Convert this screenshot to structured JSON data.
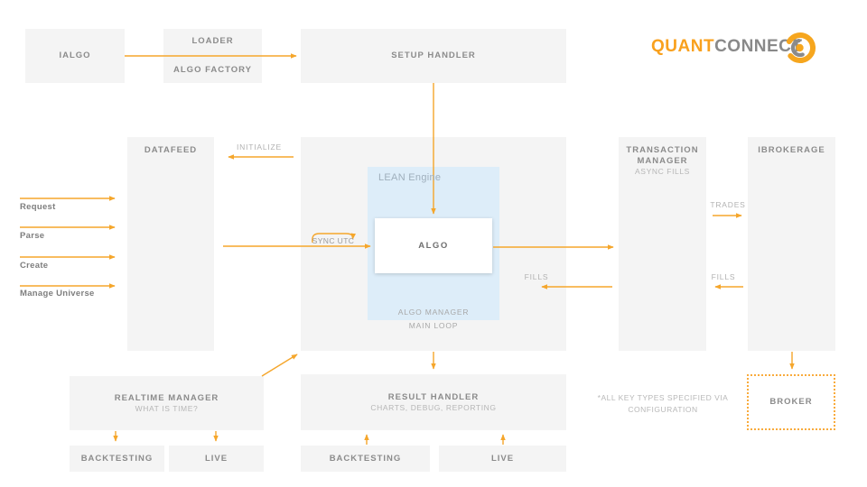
{
  "logo": {
    "text_orange": "QUANT",
    "text_gray": "CONNECT"
  },
  "colors": {
    "accent_orange": "#F5A623",
    "logo_orange": "#F9A11E",
    "logo_gray": "#898989",
    "box_gray": "#F4F4F4",
    "lean_blue": "#DDEDF9",
    "broker_border": "#F9AB3C"
  },
  "nodes": {
    "ialgo": {
      "label": "IALGO"
    },
    "loader": {
      "line1": "LOADER",
      "line2": "ALGO FACTORY"
    },
    "setup_handler": {
      "label": "SETUP HANDLER"
    },
    "datafeed": {
      "label": "DATAFEED"
    },
    "lean_engine": {
      "label": "LEAN Engine",
      "algo": "ALGO",
      "algo_manager": "ALGO MANAGER",
      "main_loop": "MAIN LOOP"
    },
    "transaction_manager": {
      "line1": "TRANSACTION",
      "line2": "MANAGER",
      "sub": "ASYNC FILLS"
    },
    "ibrokerage": {
      "label": "IBROKERAGE"
    },
    "realtime_manager": {
      "label": "REALTIME MANAGER",
      "sub": "WHAT IS TIME?"
    },
    "result_handler": {
      "label": "RESULT HANDLER",
      "sub": "CHARTS, DEBUG, REPORTING"
    },
    "backtesting_left": {
      "label": "BACKTESTING"
    },
    "live_left": {
      "label": "LIVE"
    },
    "backtesting_center": {
      "label": "BACKTESTING"
    },
    "live_center": {
      "label": "LIVE"
    },
    "broker": {
      "label": "BROKER"
    }
  },
  "edge_labels": {
    "initialize": "INITIALIZE",
    "sync_utc": "SYNC UTC",
    "trades": "TRADES",
    "fills_inner": "FILLS",
    "fills_outer": "FILLS"
  },
  "datafeed_actions": [
    "Request",
    "Parse",
    "Create",
    "Manage Universe"
  ],
  "note": {
    "line1": "*ALL KEY TYPES SPECIFIED VIA",
    "line2": "CONFIGURATION"
  }
}
